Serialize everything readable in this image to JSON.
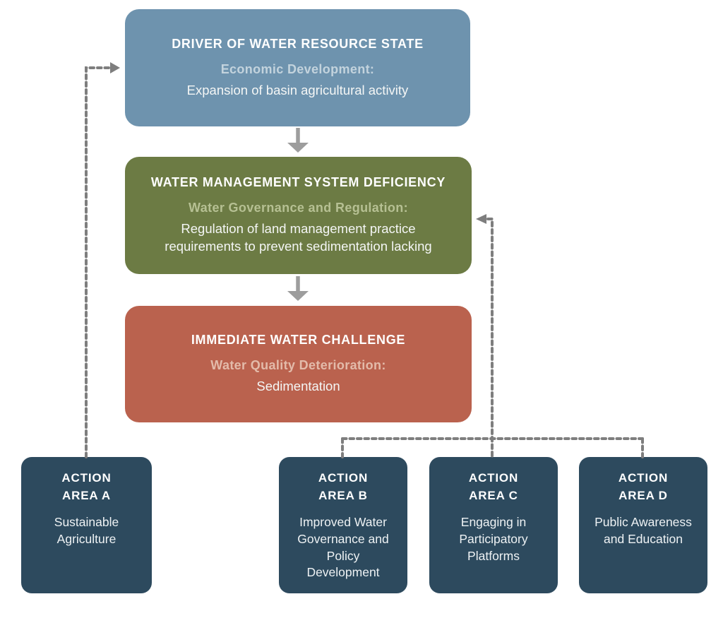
{
  "flow_boxes": {
    "driver": {
      "heading": "DRIVER OF WATER RESOURCE STATE",
      "subheading": "Economic Development:",
      "body": "Expansion of basin agricultural activity",
      "bg_color": "#6e93ae",
      "subheading_color": "#c3d3dd"
    },
    "deficiency": {
      "heading": "WATER MANAGEMENT SYSTEM DEFICIENCY",
      "subheading": "Water Governance and Regulation:",
      "body": "Regulation of land management practice requirements to prevent sedimentation lacking",
      "bg_color": "#6c7b44",
      "subheading_color": "#b6c093"
    },
    "challenge": {
      "heading": "IMMEDIATE WATER CHALLENGE",
      "subheading": "Water Quality Deterioration:",
      "body": "Sedimentation",
      "bg_color": "#ba624e",
      "subheading_color": "#e3bbaa"
    }
  },
  "action_areas": [
    {
      "title_line1": "ACTION",
      "title_line2": "AREA A",
      "body": "Sustainable Agriculture"
    },
    {
      "title_line1": "ACTION",
      "title_line2": "AREA B",
      "body": "Improved Water Governance and Policy Development"
    },
    {
      "title_line1": "ACTION",
      "title_line2": "AREA C",
      "body": "Engaging in Participatory Platforms"
    },
    {
      "title_line1": "ACTION",
      "title_line2": "AREA D",
      "body": "Public Awareness and Education"
    }
  ],
  "action_area_style": {
    "bg_color": "#2d4a5e"
  },
  "connectors": {
    "solid_arrow_color": "#9d9d9d",
    "dashed_line_color": "#7e7e7e"
  }
}
